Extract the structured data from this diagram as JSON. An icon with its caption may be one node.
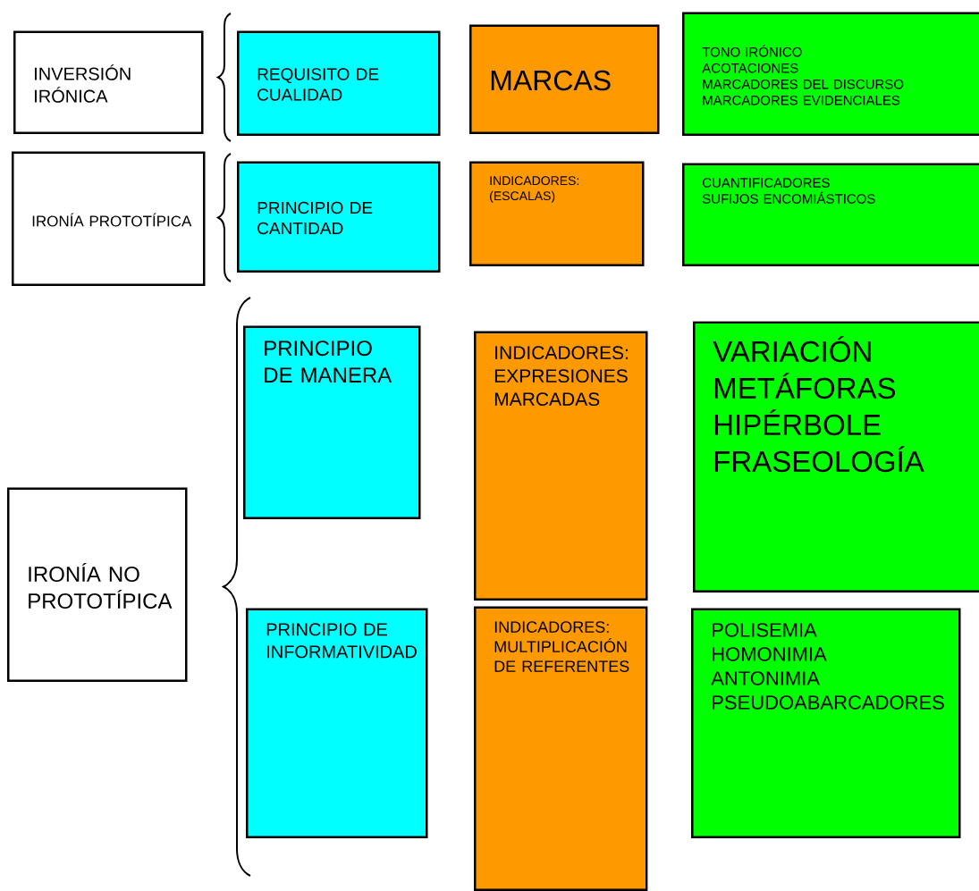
{
  "diagram": {
    "nodes": [
      {
        "text": [
          "INVERSIÓN IRÓNICA"
        ]
      },
      {
        "text": [
          "REQUISITO DE CUALIDAD"
        ]
      },
      {
        "text": [
          "MARCAS"
        ]
      },
      {
        "text": [
          "TONO IRÓNICO",
          "ACOTACIONES",
          "MARCADORES DEL DISCURSO",
          "MARCADORES EVIDENCIALES"
        ]
      },
      {
        "text": [
          "IRONÍA PROTOTÍPICA"
        ]
      },
      {
        "text": [
          "PRINCIPIO DE CANTIDAD"
        ]
      },
      {
        "text": [
          "INDICADORES: (ESCALAS)"
        ]
      },
      {
        "text": [
          "CUANTIFICADORES",
          "SUFIJOS ENCOMIÁSTICOS"
        ]
      },
      {
        "text": [
          "IRONÍA NO PROTOTÍPICA"
        ]
      },
      {
        "text": [
          "PRINCIPIO DE MANERA"
        ]
      },
      {
        "text": [
          "INDICADORES: EXPRESIONES MARCADAS"
        ]
      },
      {
        "text": [
          "VARIACIÓN",
          "METÁFORAS",
          "HIPÉRBOLE",
          "FRASEOLOGÍA"
        ]
      },
      {
        "text": [
          "PRINCIPIO DE INFORMATIVIDAD"
        ]
      },
      {
        "text": [
          "INDICADORES: MULTIPLICACIÓN DE REFERENTES"
        ]
      },
      {
        "text": [
          "POLISEMIA",
          "HOMONIMIA",
          "ANTONIMIA",
          "PSEUDOABARCADORES"
        ]
      }
    ]
  }
}
